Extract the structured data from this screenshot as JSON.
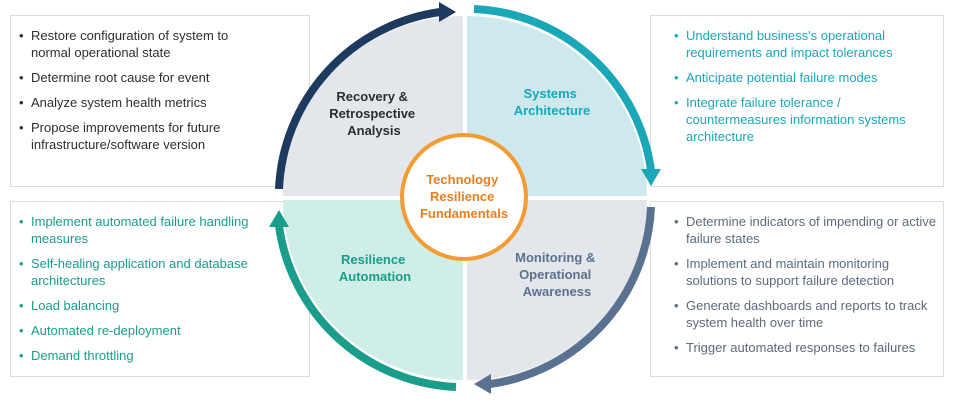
{
  "quadrants": {
    "recovery": {
      "title_lines": [
        "Recovery &",
        "Retrospective",
        "Analysis"
      ],
      "color": "#1f3a5f",
      "items": [
        "Restore configuration of system to normal operational state",
        "Determine root cause for event",
        "Analyze system health metrics",
        "Propose improvements for future infrastructure/software version"
      ]
    },
    "systems": {
      "title_lines": [
        "Systems",
        "Architecture"
      ],
      "color": "#1aa7b8",
      "items": [
        "Understand business's operational requirements and impact tolerances",
        "Anticipate potential failure modes",
        "Integrate failure tolerance / countermeasures information systems architecture"
      ]
    },
    "automation": {
      "title_lines": [
        "Resilience",
        "Automation"
      ],
      "color": "#1a9d8a",
      "items": [
        "Implement automated failure handling measures",
        "Self-healing application and database architectures",
        "Load balancing",
        "Automated re-deployment",
        "Demand throttling"
      ]
    },
    "monitoring": {
      "title_lines": [
        "Monitoring &",
        "Operational",
        "Awareness"
      ],
      "color": "#5b7190",
      "items": [
        "Determine indicators of impending or active failure states",
        "Implement and maintain monitoring solutions to support failure detection",
        "Generate dashboards and reports to track system health over time",
        "Trigger automated responses to failures"
      ]
    }
  },
  "center": {
    "lines": [
      "Technology",
      "Resilience",
      "Fundamentals"
    ],
    "color": "#e67e22"
  }
}
